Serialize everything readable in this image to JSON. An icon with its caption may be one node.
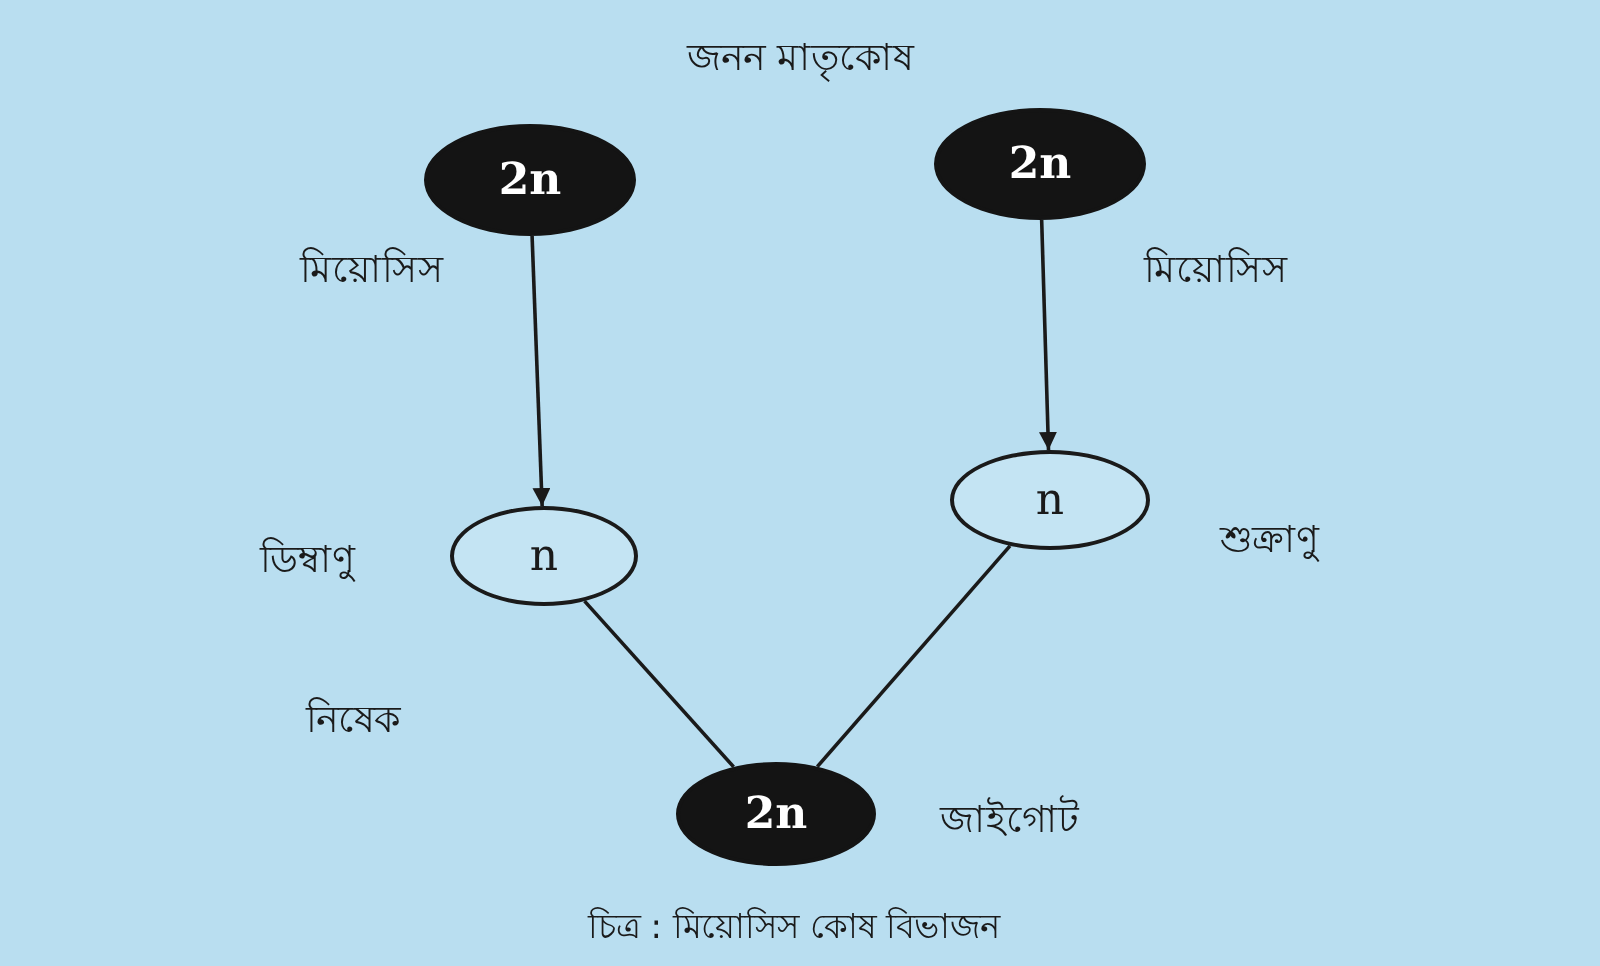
{
  "diagram": {
    "title": "জনন মাতৃকোষ",
    "nodes": [
      {
        "text": [
          "2n"
        ]
      },
      {
        "text": [
          "2n"
        ]
      },
      {
        "text": [
          "n"
        ],
        "beside": [
          "ডিম্বাণু"
        ]
      },
      {
        "text": [
          "n"
        ],
        "beside": [
          "শুক্রাণু"
        ]
      },
      {
        "text": [
          "2n"
        ],
        "beside": [
          "জাইগোট"
        ]
      }
    ],
    "edges": [
      {
        "from": 0,
        "to": 2,
        "arrow": "to"
      },
      {
        "from": 1,
        "to": 3,
        "arrow": "to"
      },
      {
        "from": 2,
        "to": 4,
        "arrow": "none"
      },
      {
        "from": 3,
        "to": 4,
        "arrow": "none"
      }
    ],
    "labels": [
      "মিয়োসিস",
      "মিয়োসিস",
      "নিষেক"
    ],
    "caption": "চিত্র : মিয়োসিস কোষ বিভাজন"
  }
}
